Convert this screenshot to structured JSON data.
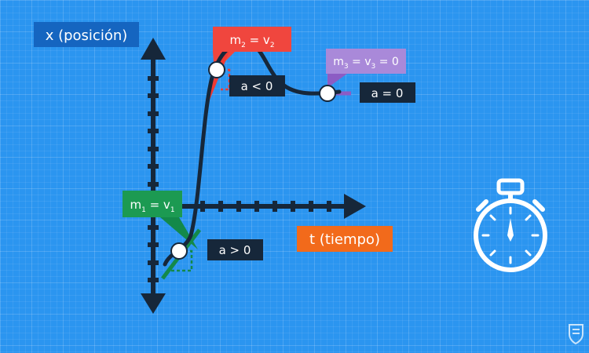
{
  "axes": {
    "y_label": "x (posición)",
    "x_label": "t (tiempo)"
  },
  "points": [
    {
      "m": "m",
      "m_sub": "1",
      "eq": " = ",
      "v": "v",
      "v_sub": "1",
      "rest": "",
      "accel": "a > 0"
    },
    {
      "m": "m",
      "m_sub": "2",
      "eq": " = ",
      "v": "v",
      "v_sub": "2",
      "rest": "",
      "accel": "a < 0"
    },
    {
      "m": "m",
      "m_sub": "3",
      "eq": " = ",
      "v": "v",
      "v_sub": "3",
      "rest": " = 0",
      "accel": "a = 0"
    }
  ],
  "colors": {
    "background": "#2b95f0",
    "axis": "#16273a",
    "curve": "#16273a",
    "tangent_1": "#13894a",
    "tangent_2": "#f03a33",
    "tangent_3": "#8c5cc4",
    "y_label_bg": "#1565c0",
    "x_label_bg": "#f26a1b",
    "label_1_bg": "#1c9a52",
    "label_2_bg": "#f0463e",
    "label_3_bg": "#a989d9",
    "accel_label_bg": "#16273a"
  },
  "icons": [
    "stopwatch-icon",
    "logo-icon"
  ]
}
